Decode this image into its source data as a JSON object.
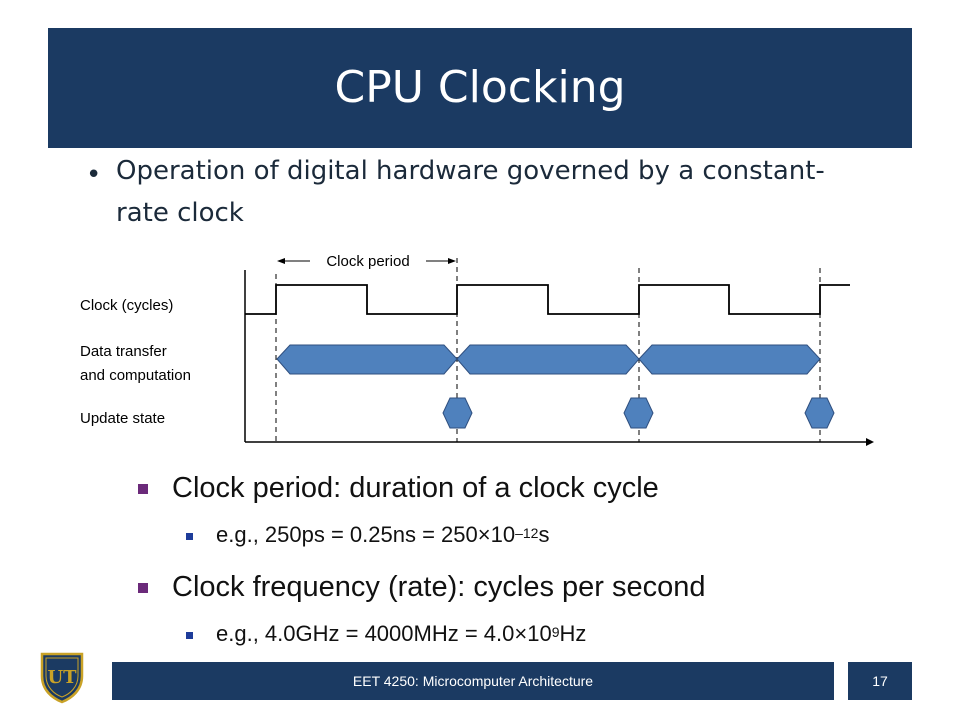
{
  "slide": {
    "title": "CPU Clocking",
    "bullet": "Operation of digital hardware governed by a constant-rate clock"
  },
  "diagram": {
    "clock_period_label": "Clock period",
    "row_labels": {
      "clock": "Clock (cycles)",
      "data_line1": "Data transfer",
      "data_line2": "and computation",
      "update": "Update state"
    },
    "colors": {
      "shape_fill": "#4f81bd",
      "shape_stroke": "#2f4f7f"
    }
  },
  "sub_bullets": [
    {
      "level": 1,
      "text": "Clock period: duration of a clock cycle"
    },
    {
      "level": 2,
      "text": "e.g., 250ps = 0.25ns = 250×10",
      "sup": "–12",
      "suffix": "s"
    },
    {
      "level": 1,
      "text": "Clock frequency (rate): cycles per second"
    },
    {
      "level": 2,
      "text": "e.g., 4.0GHz = 4000MHz = 4.0×10",
      "sup": "9",
      "suffix": "Hz"
    }
  ],
  "footer": {
    "course": "EET 4250: Microcomputer Architecture",
    "page_number": "17",
    "logo_text": "UT"
  },
  "theme": {
    "primary": "#1b3a62",
    "accent_bullet": "#6b2a7a",
    "sub_bullet": "#1e3c9a"
  }
}
